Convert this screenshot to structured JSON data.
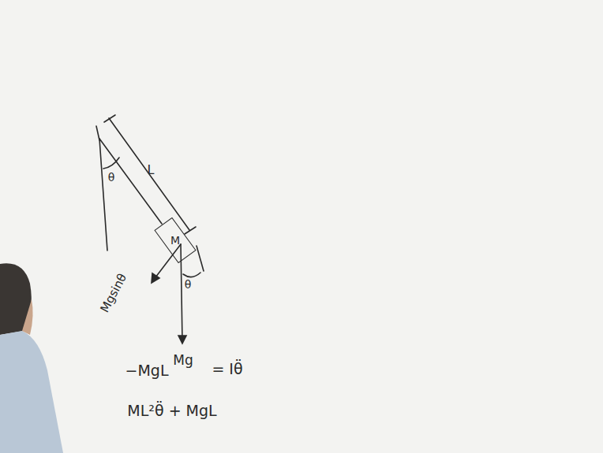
{
  "diagram": {
    "nodes": [
      {
        "text": [
          "M"
        ]
      }
    ],
    "labels": [
      "θ",
      "L",
      "Mgsinθ",
      "θ",
      "Mg",
      "−MgL",
      "= Iθ̈",
      "ML²θ̈ + MgL"
    ]
  }
}
